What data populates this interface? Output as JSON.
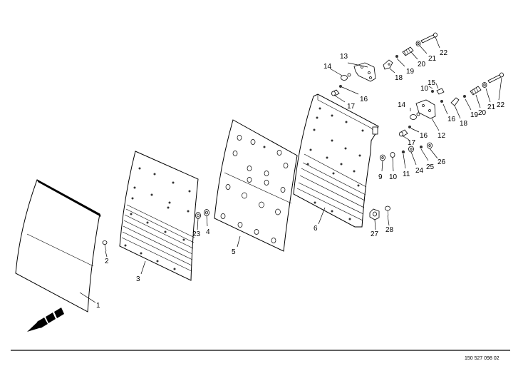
{
  "drawing_number": "150 527 098 02",
  "callouts": {
    "c1": "1",
    "c2": "2",
    "c3": "3",
    "c4": "4",
    "c5": "5",
    "c6": "6",
    "c9": "9",
    "c10a": "10",
    "c10b": "10",
    "c11": "11",
    "c12": "12",
    "c13": "13",
    "c14a": "14",
    "c14b": "14",
    "c15": "15",
    "c16a": "16",
    "c16b": "16",
    "c16c": "16",
    "c17a": "17",
    "c17b": "17",
    "c18a": "18",
    "c18b": "18",
    "c19a": "19",
    "c19b": "19",
    "c20a": "20",
    "c20b": "20",
    "c21a": "21",
    "c21b": "21",
    "c22a": "22",
    "c22b": "22",
    "c23": "23",
    "c24": "24",
    "c25": "25",
    "c26": "26",
    "c27": "27",
    "c28": "28"
  }
}
